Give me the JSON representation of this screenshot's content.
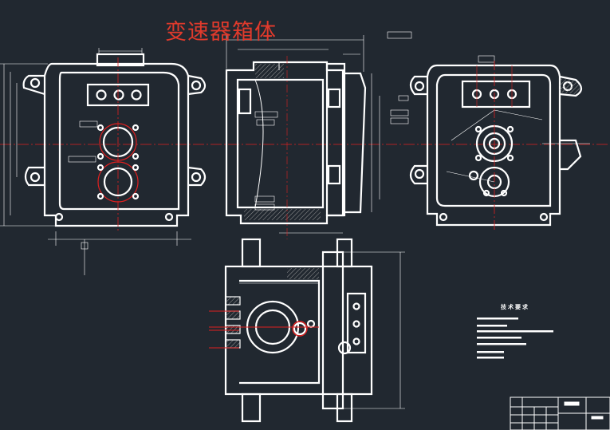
{
  "drawing_title": "变速器箱体",
  "technical_requirements_heading": "技术要求",
  "colors": {
    "background": "#212830",
    "outline": "#ffffff",
    "centerline": "#e02020",
    "title": "#e03a2c",
    "hatch": "#9a9a9a"
  },
  "views": [
    "front-view",
    "side-section-view",
    "rear-view",
    "top-view",
    "title-block"
  ]
}
